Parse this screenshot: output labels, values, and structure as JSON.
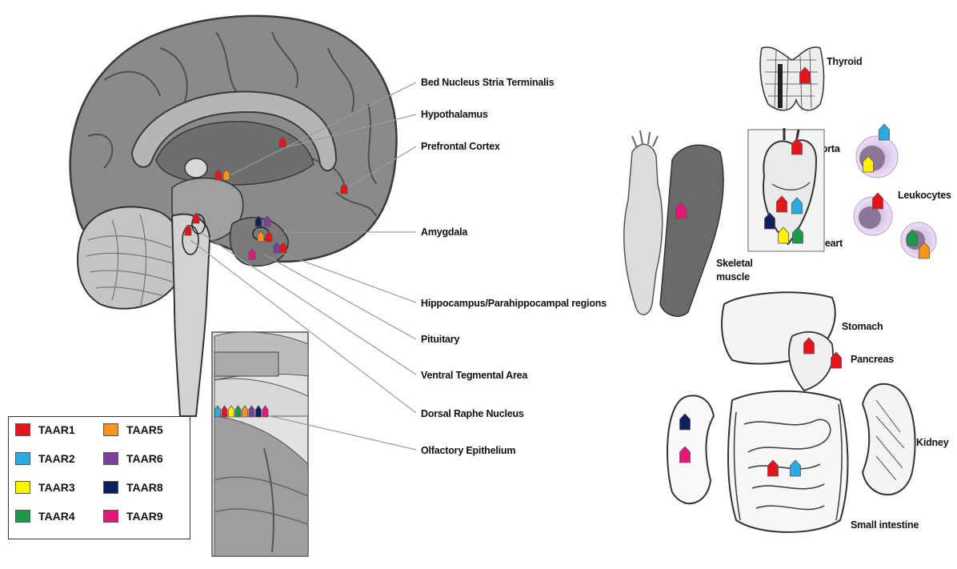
{
  "colors": {
    "TAAR1": "#e8141c",
    "TAAR2": "#29abe2",
    "TAAR3": "#fff200",
    "TAAR4": "#1a9a4a",
    "TAAR5": "#f7941d",
    "TAAR6": "#7b3fa0",
    "TAAR8": "#0d1f5c",
    "TAAR9": "#e6157a"
  },
  "legend": [
    {
      "key": "TAAR1",
      "label": "TAAR1"
    },
    {
      "key": "TAAR2",
      "label": "TAAR2"
    },
    {
      "key": "TAAR3",
      "label": "TAAR3"
    },
    {
      "key": "TAAR4",
      "label": "TAAR4"
    },
    {
      "key": "TAAR5",
      "label": "TAAR5"
    },
    {
      "key": "TAAR6",
      "label": "TAAR6"
    },
    {
      "key": "TAAR8",
      "label": "TAAR8"
    },
    {
      "key": "TAAR9",
      "label": "TAAR9"
    }
  ],
  "brain_labels": {
    "bnst": "Bed Nucleus Stria Terminalis",
    "hypothalamus": "Hypothalamus",
    "prefrontal": "Prefrontal Cortex",
    "amygdala": "Amygdala",
    "hippocampus": "Hippocampus/Parahippocampal regions",
    "pituitary": "Pituitary",
    "vta": "Ventral Tegmental Area",
    "raphe": "Dorsal Raphe Nucleus",
    "olfactory": "Olfactory Epithelium"
  },
  "body_labels": {
    "thyroid": "Thyroid",
    "aorta": "Aorta",
    "leukocytes": "Leukocytes",
    "heart": "Heart",
    "skeletal_muscle_1": "Skeletal",
    "skeletal_muscle_2": "muscle",
    "stomach": "Stomach",
    "pancreas": "Pancreas",
    "kidney": "Kidney",
    "small_intestine": "Small intestine"
  }
}
